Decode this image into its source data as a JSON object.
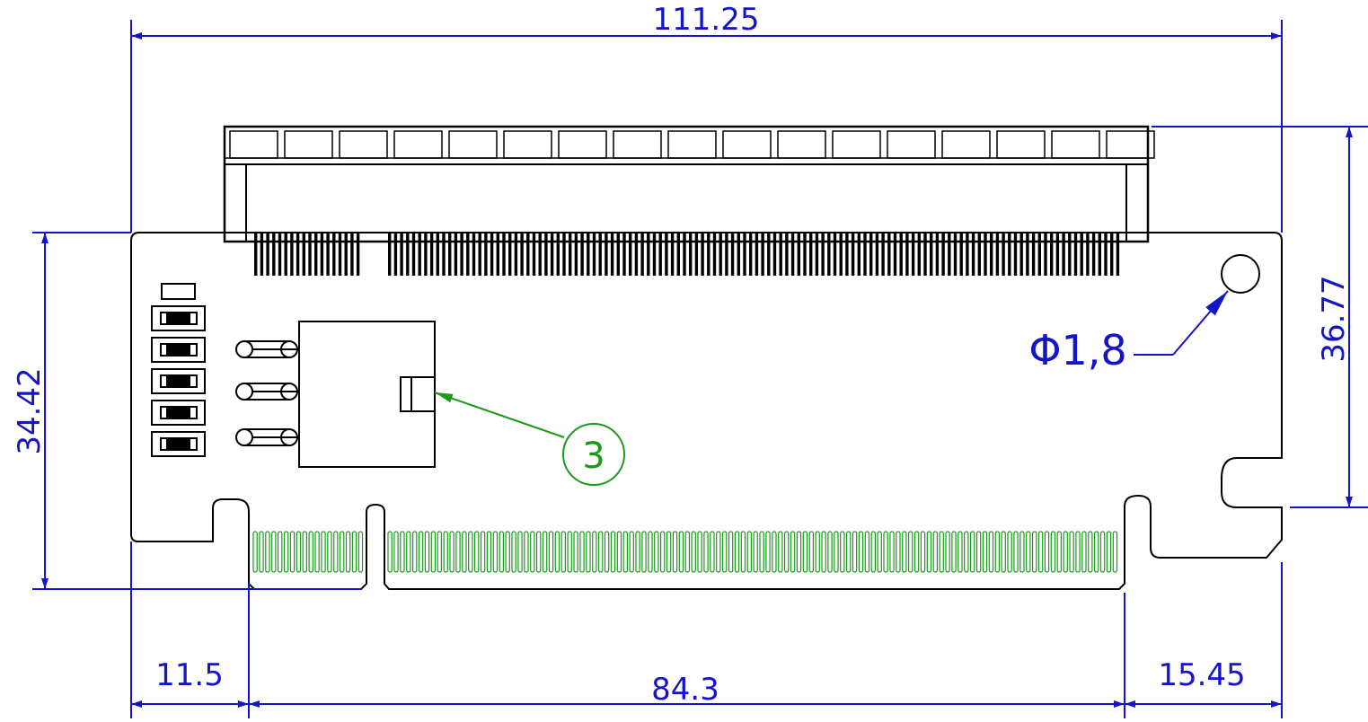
{
  "dimensions": {
    "overall_width": "111.25",
    "board_height": "34.42",
    "bracket_height": "36.77",
    "left_offset": "11.5",
    "edge_finger_span": "84.3",
    "right_offset": "15.45"
  },
  "callouts": {
    "hole_diameter": "Φ1,8",
    "item_balloon": "3"
  },
  "colors": {
    "outline": "#000000",
    "dimension": "#1414c8",
    "annotation": "#1a9a1a"
  }
}
